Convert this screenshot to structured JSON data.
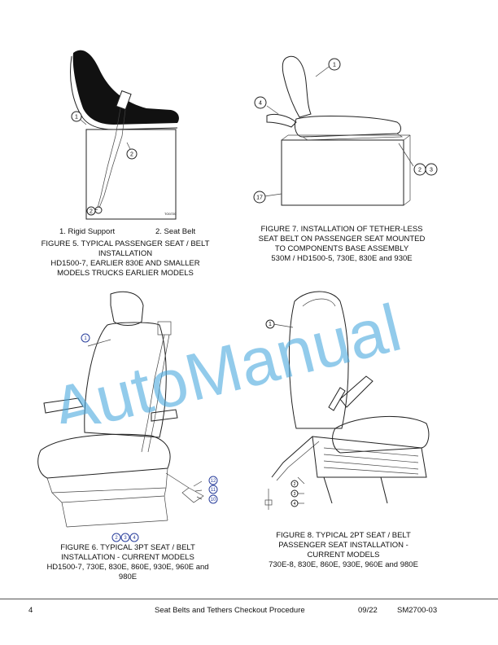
{
  "figure5": {
    "legend_item1": "1. Rigid Support",
    "legend_item2": "2. Seat Belt",
    "art_code": "TO0720",
    "callouts": [
      "1",
      "2",
      "2"
    ],
    "caption": [
      "FIGURE 5. TYPICAL PASSENGER SEAT / BELT",
      "INSTALLATION",
      "HD1500-7, EARLIER 830E AND SMALLER",
      "MODELS TRUCKS EARLIER MODELS"
    ]
  },
  "figure7": {
    "callouts": [
      "1",
      "4",
      "2",
      "3",
      "17"
    ],
    "caption": [
      "FIGURE 7. INSTALLATION OF TETHER-LESS",
      "SEAT BELT ON PASSENGER SEAT MOUNTED",
      "TO COMPONENTS BASE ASSEMBLY",
      "530M / HD1500-5, 730E, 830E and 930E"
    ]
  },
  "figure6": {
    "callouts": [
      "1",
      "12",
      "11",
      "10",
      "2",
      "3",
      "4"
    ],
    "caption": [
      "FIGURE 6. TYPICAL 3PT SEAT / BELT",
      "INSTALLATION - CURRENT MODELS",
      "HD1500-7, 730E, 830E, 860E, 930E, 960E and",
      "980E"
    ]
  },
  "figure8": {
    "callouts": [
      "1",
      "2",
      "3",
      "4"
    ],
    "caption": [
      "FIGURE 8. TYPICAL 2PT SEAT / BELT",
      "PASSENGER SEAT INSTALLATION -",
      "CURRENT MODELS",
      "730E-8, 830E, 860E, 930E, 960E and 980E"
    ]
  },
  "watermark": {
    "text": "AutoManual",
    "color": "#4aa8dd"
  },
  "footer": {
    "page_number": "4",
    "title": "Seat Belts and Tethers Checkout Procedure",
    "date": "09/22",
    "doc_id": "SM2700-03"
  }
}
